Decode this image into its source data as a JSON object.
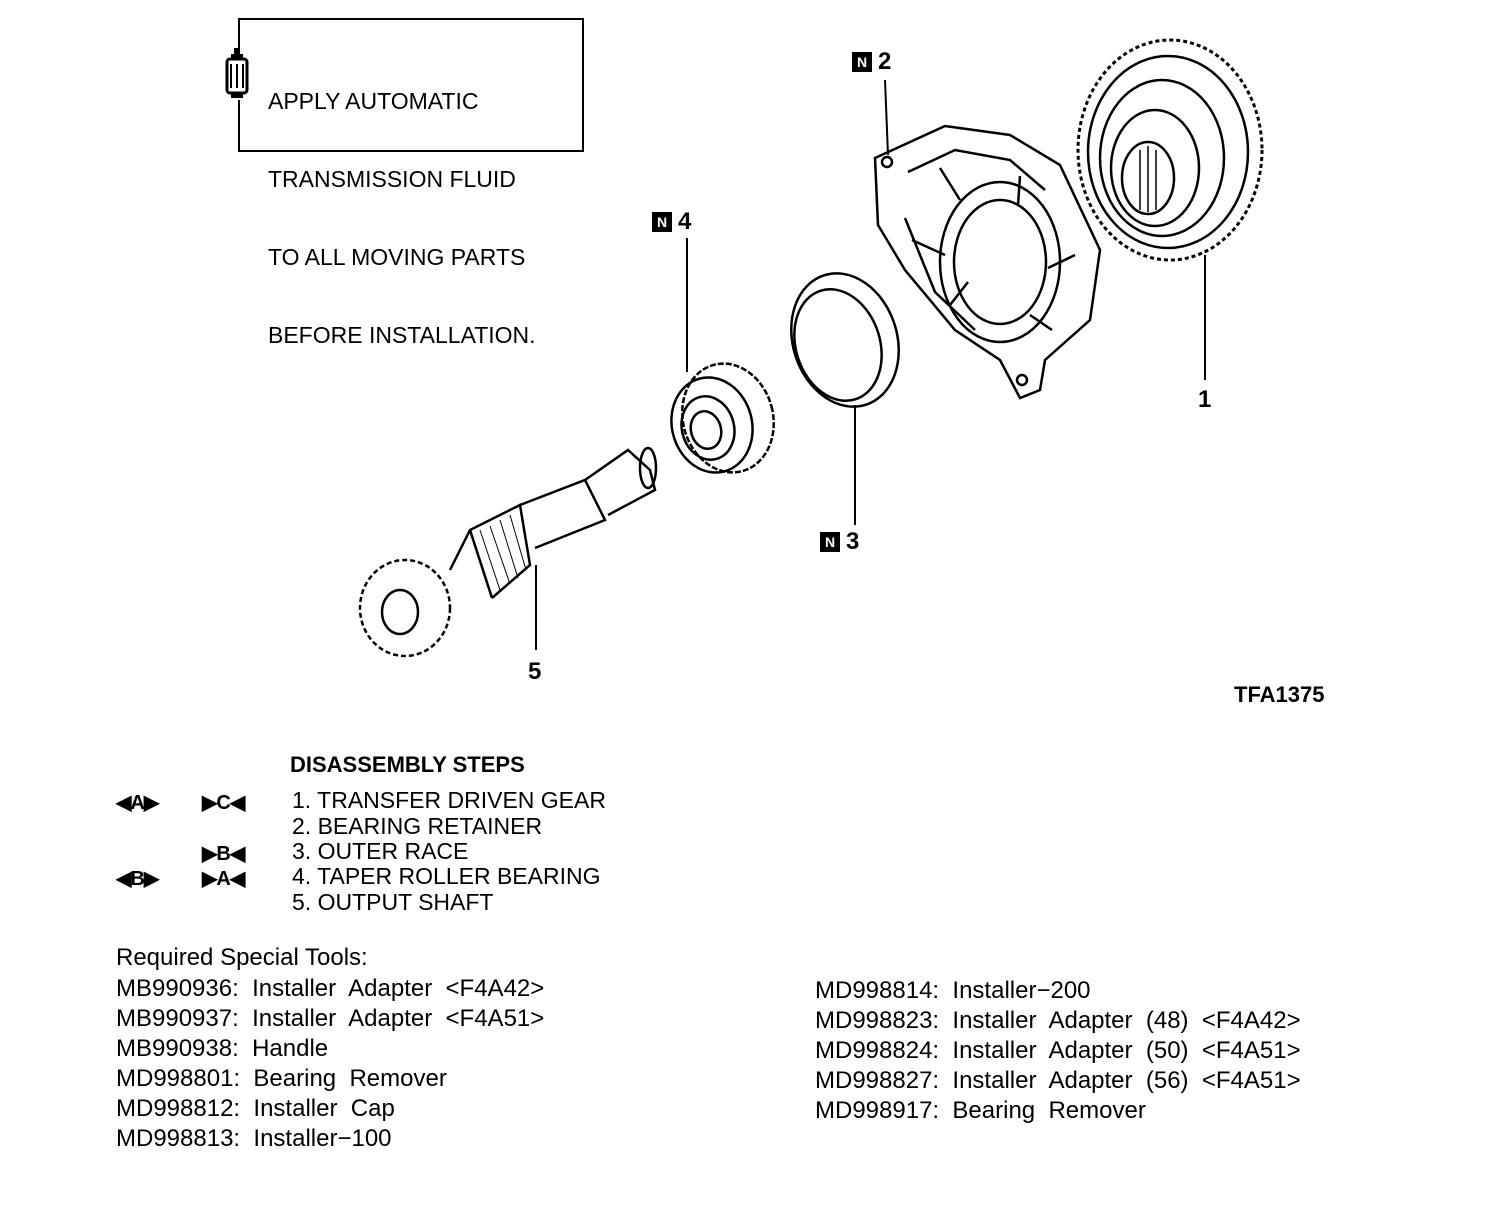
{
  "notice": {
    "lines": [
      "APPLY AUTOMATIC",
      "TRANSMISSION FLUID",
      "TO ALL MOVING PARTS",
      "BEFORE INSTALLATION."
    ],
    "icon": "fluid-bottle-icon"
  },
  "callouts": {
    "c1": {
      "number": "1",
      "badge": ""
    },
    "c2": {
      "number": "2",
      "badge": "N"
    },
    "c3": {
      "number": "3",
      "badge": "N"
    },
    "c4": {
      "number": "4",
      "badge": "N"
    },
    "c5": {
      "number": "5",
      "badge": ""
    }
  },
  "figure_code": "TFA1375",
  "disassembly": {
    "title": "DISASSEMBLY STEPS",
    "steps": [
      {
        "text": "1. TRANSFER DRIVEN GEAR",
        "mark_left": "◀A▶",
        "mark_right": "▶C◀"
      },
      {
        "text": "2. BEARING RETAINER",
        "mark_left": "",
        "mark_right": ""
      },
      {
        "text": "3. OUTER RACE",
        "mark_left": "",
        "mark_right": "▶B◀"
      },
      {
        "text": "4. TAPER ROLLER BEARING",
        "mark_left": "◀B▶",
        "mark_right": "▶A◀"
      },
      {
        "text": "5. OUTPUT SHAFT",
        "mark_left": "",
        "mark_right": ""
      }
    ]
  },
  "tools": {
    "title": "Required Special Tools:",
    "left": [
      "MB990936:  Installer  Adapter  <F4A42>",
      "MB990937:  Installer  Adapter  <F4A51>",
      "MB990938:  Handle",
      "MD998801:  Bearing  Remover",
      "MD998812:  Installer  Cap",
      "MD998813:  Installer−100"
    ],
    "right": [
      "MD998814:  Installer−200",
      "MD998823:  Installer  Adapter  (48)  <F4A42>",
      "MD998824:  Installer  Adapter  (50)  <F4A51>",
      "MD998827:  Installer  Adapter  (56)  <F4A51>",
      "MD998917:  Bearing  Remover"
    ]
  }
}
